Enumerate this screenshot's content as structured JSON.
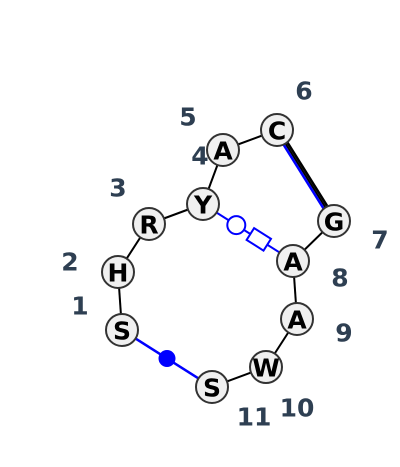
{
  "sequence": [
    {
      "index": "1",
      "letter": "S"
    },
    {
      "index": "2",
      "letter": "H"
    },
    {
      "index": "3",
      "letter": "R"
    },
    {
      "index": "4",
      "letter": "Y"
    },
    {
      "index": "5",
      "letter": "A"
    },
    {
      "index": "6",
      "letter": "C"
    },
    {
      "index": "7",
      "letter": "G"
    },
    {
      "index": "8",
      "letter": "A"
    },
    {
      "index": "9",
      "letter": "A"
    },
    {
      "index": "10",
      "letter": "W"
    },
    {
      "index": "11",
      "letter": "S"
    }
  ],
  "backbone_color": "#000000",
  "pair_color": "#0000ff",
  "pairs": [
    {
      "from": "6",
      "to": "7",
      "style": "double-line"
    },
    {
      "from": "4",
      "to": "8",
      "style": "circle-and-square"
    },
    {
      "from": "1",
      "to": "11",
      "style": "filled-dot"
    }
  ]
}
